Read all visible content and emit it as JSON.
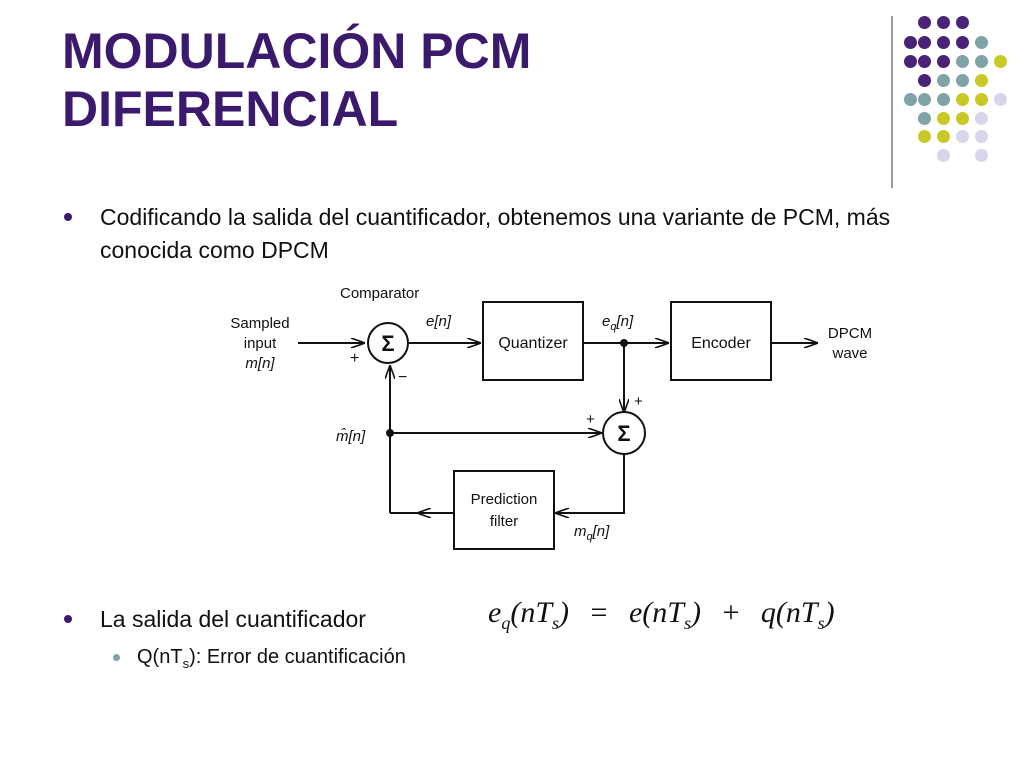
{
  "slide": {
    "title_line1": "MODULACIÓN PCM",
    "title_line2": "DIFERENCIAL",
    "bullet1": "Codificando la salida del cuantificador, obtenemos una variante de PCM, más conocida como DPCM",
    "bullet2": "La salida del cuantificador",
    "sub_bullet_prefix": "Q(nT",
    "sub_bullet_sub": "s",
    "sub_bullet_suffix": "): Error de cuantificación"
  },
  "colors": {
    "title": "#3b1a6e",
    "purple": "#4a2376",
    "teal": "#7fa3a6",
    "yellow": "#c8c826",
    "lavender": "#d6d6ea"
  },
  "diagram": {
    "comparator": "Comparator",
    "sampled": "Sampled",
    "input": "input",
    "m_n": "m[n]",
    "sigma": "Σ",
    "plus": "+",
    "minus": "−",
    "e_n": "e[n]",
    "quantizer": "Quantizer",
    "eq": "e",
    "eq_sub": "q",
    "eq_arg": "[n]",
    "encoder": "Encoder",
    "dpcm": "DPCM",
    "wave": "wave",
    "mhat": "m̂[n]",
    "prediction": "Prediction",
    "filter": "filter",
    "mq": "m",
    "mq_sub": "q",
    "mq_arg": "[n]"
  },
  "formula": {
    "e": "e",
    "q_sub": "q",
    "arg": "(nT",
    "s_sub": "s",
    "close": ")",
    "eq_sign": "=",
    "e2": "e",
    "plus": "+",
    "q": "q"
  }
}
